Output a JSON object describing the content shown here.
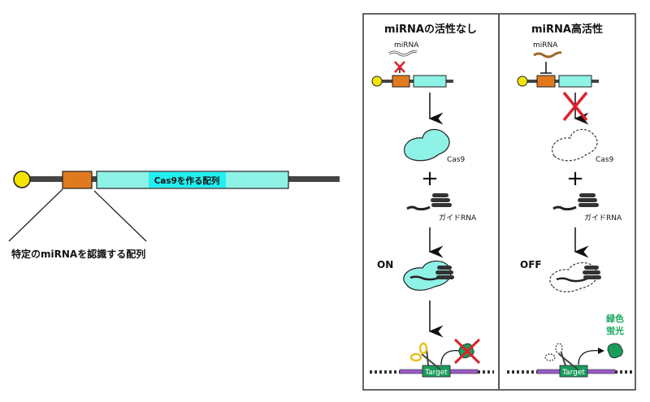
{
  "construct": {
    "cas9_label": "Cas9を作る配列",
    "mirna_site_label": "特定のmiRNAを認識する配列"
  },
  "panels": [
    {
      "title": "miRNAの活性なし",
      "mirna_label": "miRNA",
      "cas9_label": "Cas9",
      "plus": "+",
      "guide_label": "ガイドRNA",
      "state": "ON",
      "target_label": "Target"
    },
    {
      "title": "miRNA高活性",
      "mirna_label": "miRNA",
      "cas9_label": "Cas9",
      "plus": "+",
      "guide_label": "ガイドRNA",
      "state": "OFF",
      "target_label": "Target",
      "fluor_label_1": "緑色",
      "fluor_label_2": "蛍光"
    }
  ],
  "colors": {
    "promoter": "#f5e400",
    "mirna_site": "#e07a1e",
    "cas9": "#8ff2e6",
    "cas9_label_bg": "#22f0f0",
    "backbone": "#444444",
    "cross": "#e0202a",
    "target": "#1a9c5a",
    "dna": "#9b59c7",
    "scissors": "#e8c020",
    "fluor_text": "#1aa860",
    "mirna_active": "#a0662a"
  }
}
